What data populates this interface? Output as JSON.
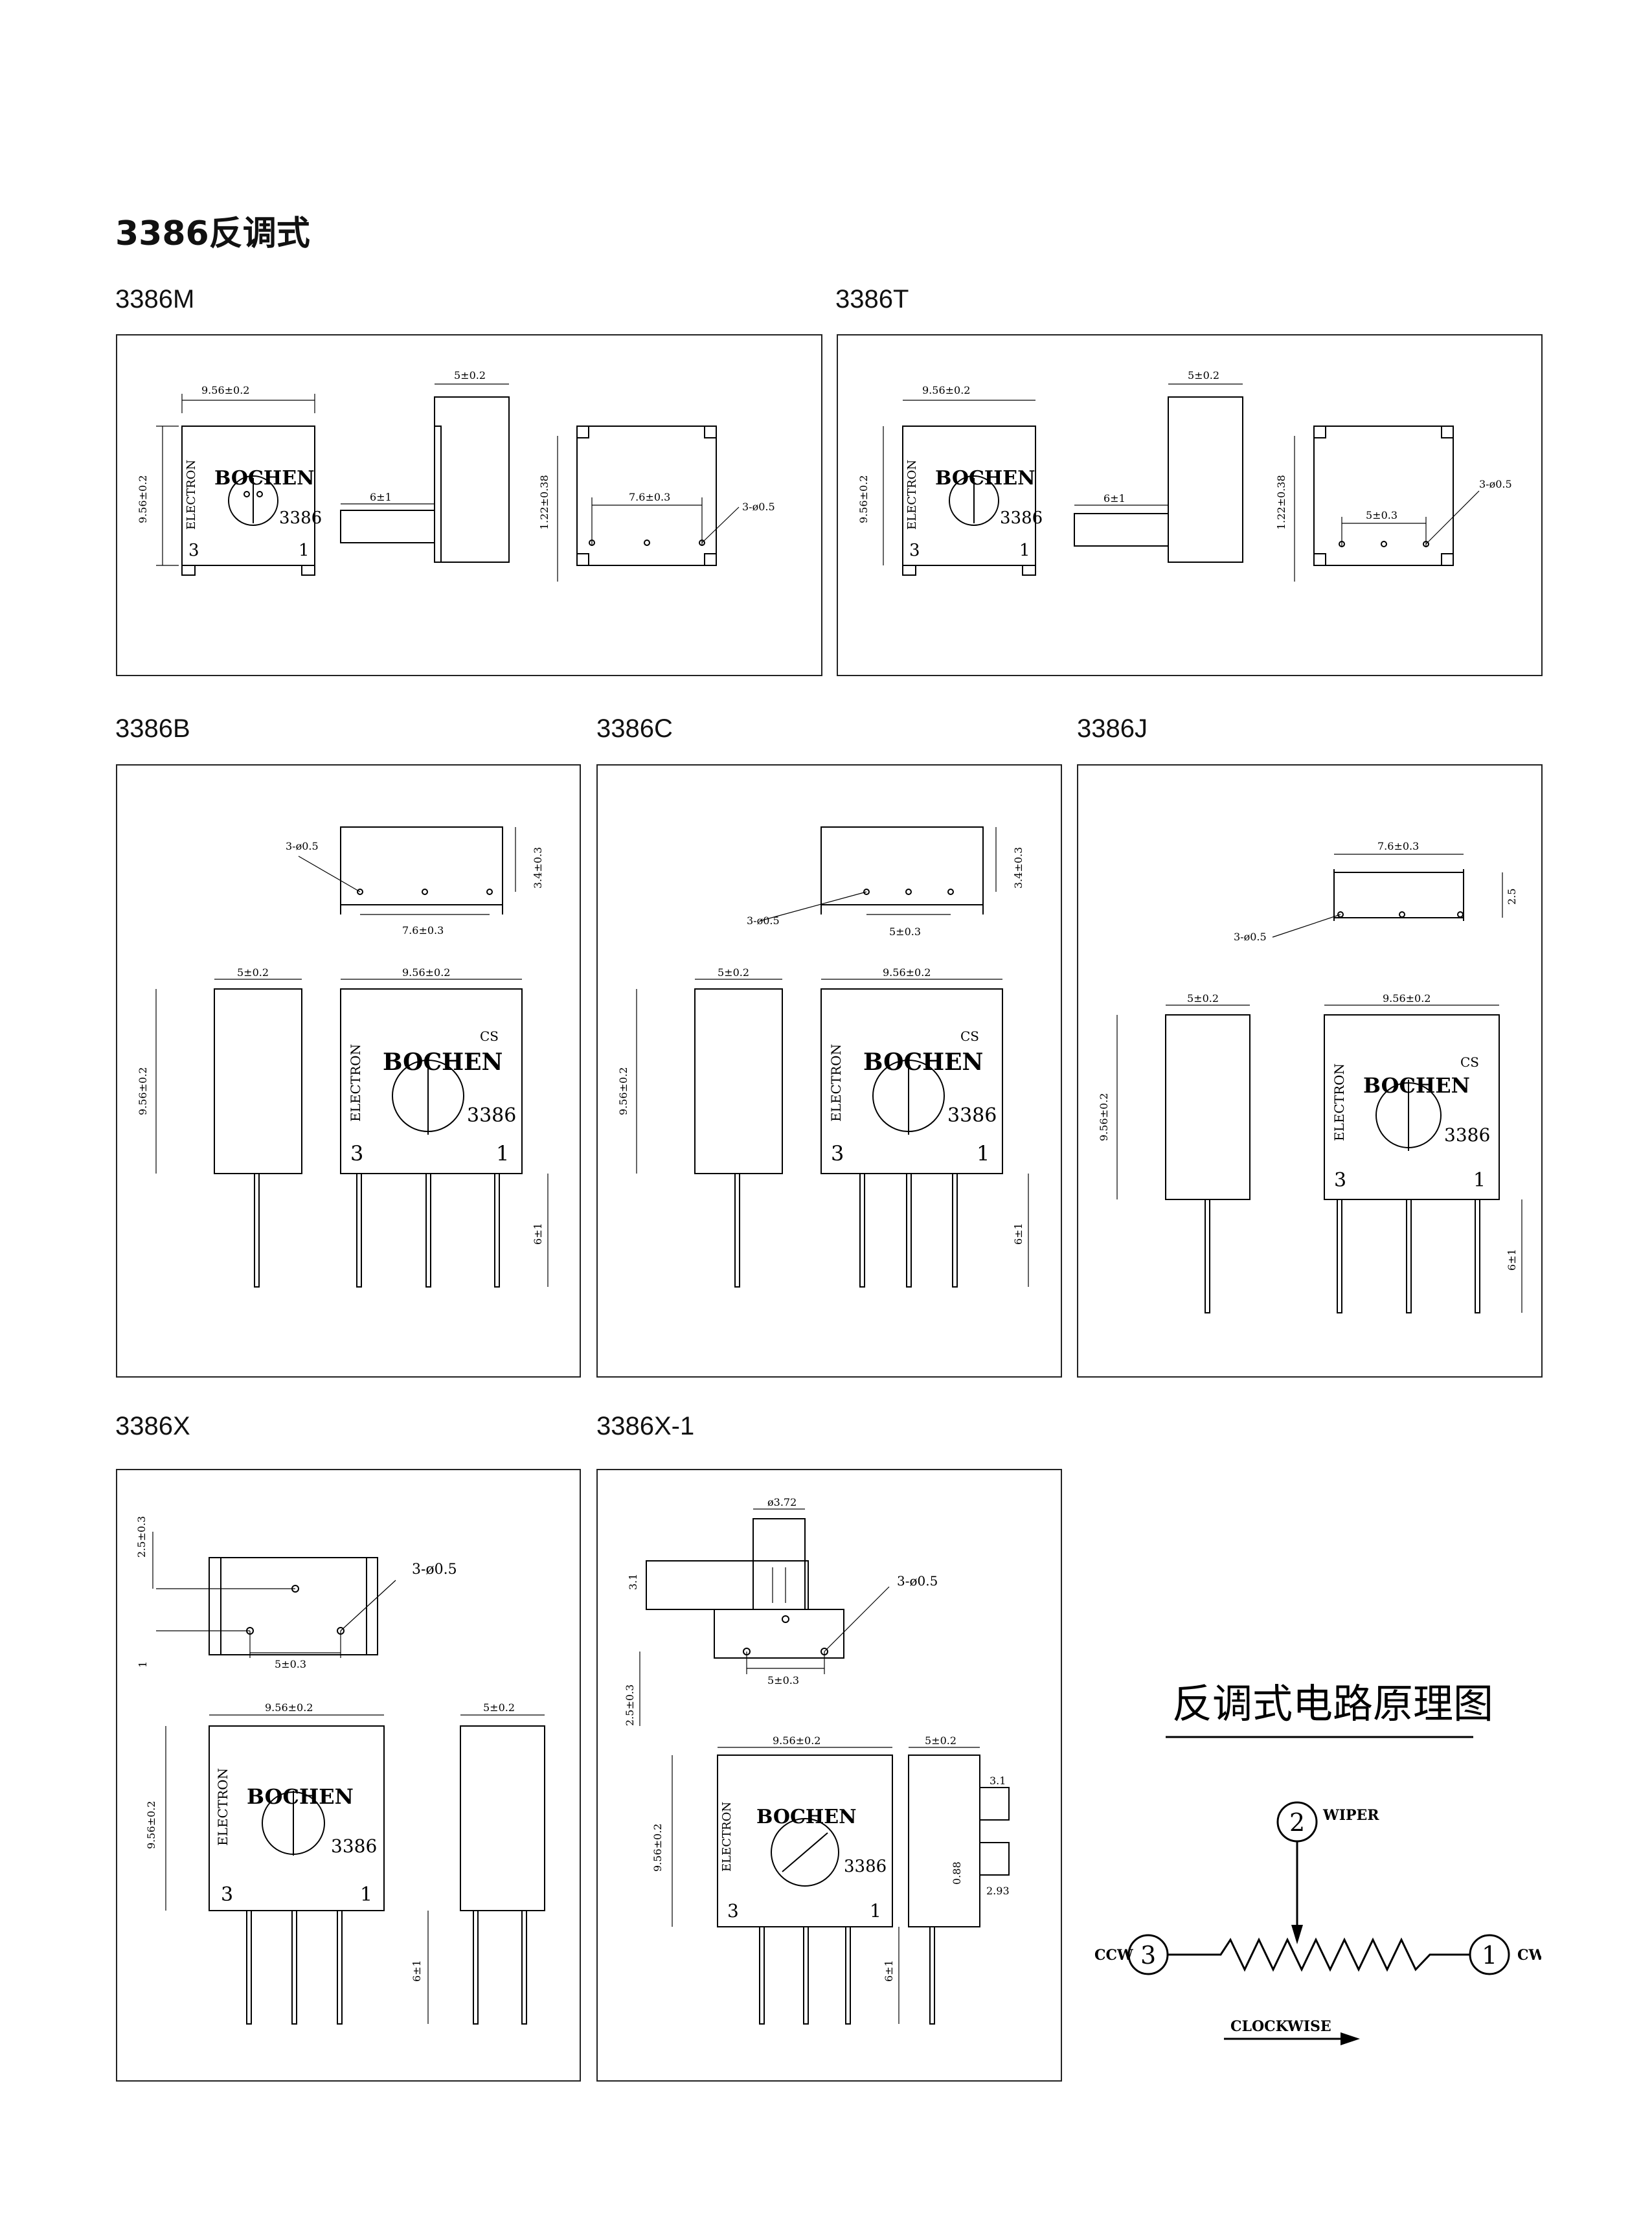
{
  "page_title": "3386反调式",
  "models": [
    {
      "id": "3386M",
      "name": "3386M"
    },
    {
      "id": "3386T",
      "name": "3386T"
    },
    {
      "id": "3386B",
      "name": "3386B"
    },
    {
      "id": "3386C",
      "name": "3386C"
    },
    {
      "id": "3386J",
      "name": "3386J"
    },
    {
      "id": "3386X",
      "name": "3386X"
    },
    {
      "id": "3386X-1",
      "name": "3386X-1"
    }
  ],
  "dims": {
    "w956": "9.56±0.2",
    "w5": "5±0.2",
    "w6": "6±1",
    "h122": "1.22±0.38",
    "p76": "7.6±0.3",
    "p5": "5±0.3",
    "holes": "3-ø0.5",
    "h34": "3.4±0.3",
    "h25": "2.5±0.3",
    "h25b": "2.5",
    "h1": "1",
    "d372": "ø3.72",
    "h31": "3.1",
    "h088": "0.88",
    "w293": "2.93"
  },
  "marking": {
    "brand": "BOCHEN",
    "electron": "ELECTRON",
    "code": "3386",
    "cs": "CS",
    "ccw_num": "3",
    "cw_num": "1"
  },
  "circuit": {
    "title": "反调式电路原理图",
    "wiper_num": "2",
    "wiper": "WIPER",
    "ccw_num": "3",
    "ccw": "CCW",
    "cw_num": "1",
    "cw": "CW",
    "clockwise": "CLOCKWISE"
  }
}
